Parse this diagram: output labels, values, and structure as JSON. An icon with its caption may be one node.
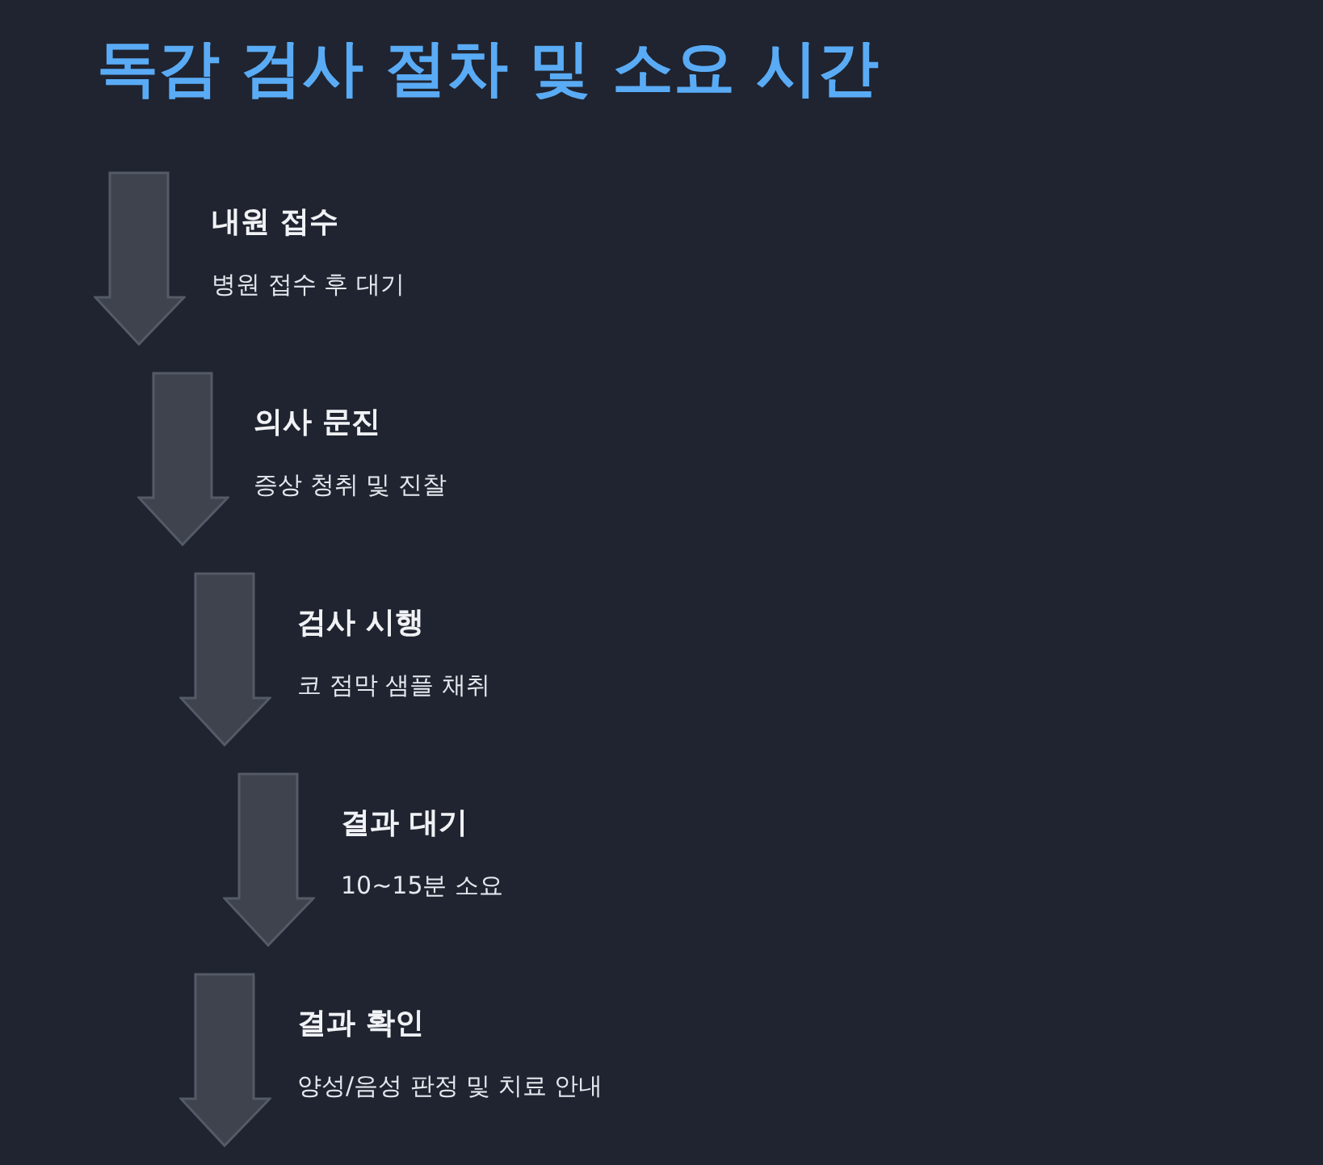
{
  "diagram": {
    "title": "독감 검사 절차 및 소요 시간",
    "nodes": [
      {
        "text": [
          "내원 접수",
          "병원 접수 후 대기"
        ]
      },
      {
        "text": [
          "의사 문진",
          "증상 청취 및 진찰"
        ]
      },
      {
        "text": [
          "검사 시행",
          "코 점막 샘플 채취"
        ]
      },
      {
        "text": [
          "결과 대기",
          "10~15분 소요"
        ]
      },
      {
        "text": [
          "결과 확인",
          "양성/음성 판정 및 치료 안내"
        ]
      }
    ]
  }
}
